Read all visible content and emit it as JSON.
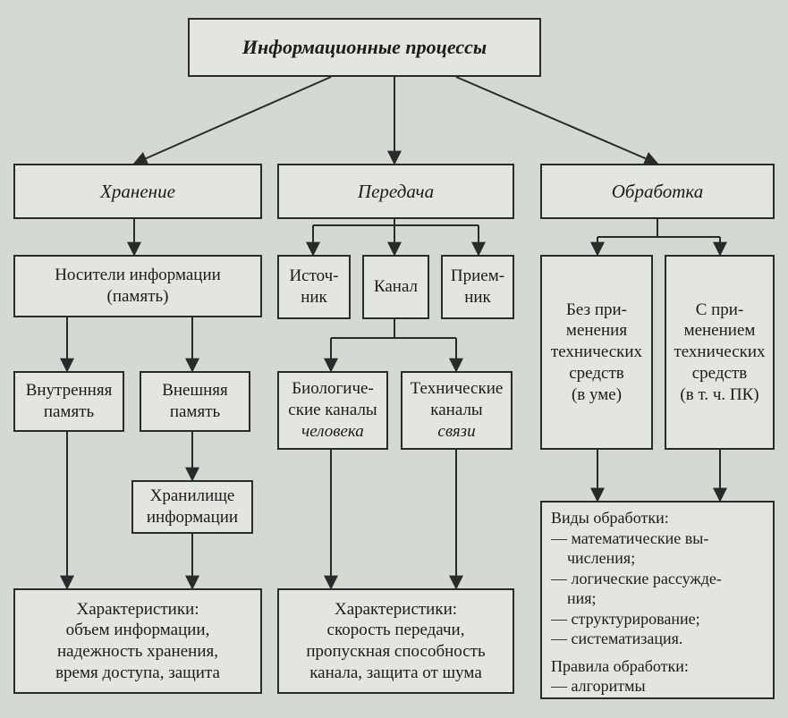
{
  "title": "Информационные процессы",
  "categories": {
    "storage": "Хранение",
    "transfer": "Передача",
    "processing": "Обработка"
  },
  "storage": {
    "media": [
      "Носители информации",
      "(память)"
    ],
    "internal": [
      "Внутренняя",
      "память"
    ],
    "external": [
      "Внешняя",
      "память"
    ],
    "repository": [
      "Хранилище",
      "информации"
    ],
    "characteristics": [
      "Характеристики:",
      "объем информации,",
      "надежность хранения,",
      "время доступа, защита"
    ]
  },
  "transfer": {
    "source": [
      "Источ-",
      "ник"
    ],
    "channel": "Канал",
    "receiver": [
      "Прием-",
      "ник"
    ],
    "bio": [
      "Биологиче-",
      "ские каналы",
      "человека"
    ],
    "tech": [
      "Технические",
      "каналы",
      "связи"
    ],
    "characteristics": [
      "Характеристики:",
      "скорость передачи,",
      "пропускная способность",
      "канала, защита от шума"
    ]
  },
  "processing": {
    "without": [
      "Без при-",
      "менения",
      "технических",
      "средств",
      "(в уме)"
    ],
    "with": [
      "С при-",
      "менением",
      "технических",
      "средств",
      "(в т. ч. ПК)"
    ],
    "kinds_title": "Виды обработки:",
    "kinds": [
      "— математические вы-",
      "числения;",
      "— логические рассужде-",
      "ния;",
      "— структурирование;",
      "— систематизация."
    ],
    "rules_title": "Правила обработки:",
    "rules": [
      "— алгоритмы"
    ]
  }
}
